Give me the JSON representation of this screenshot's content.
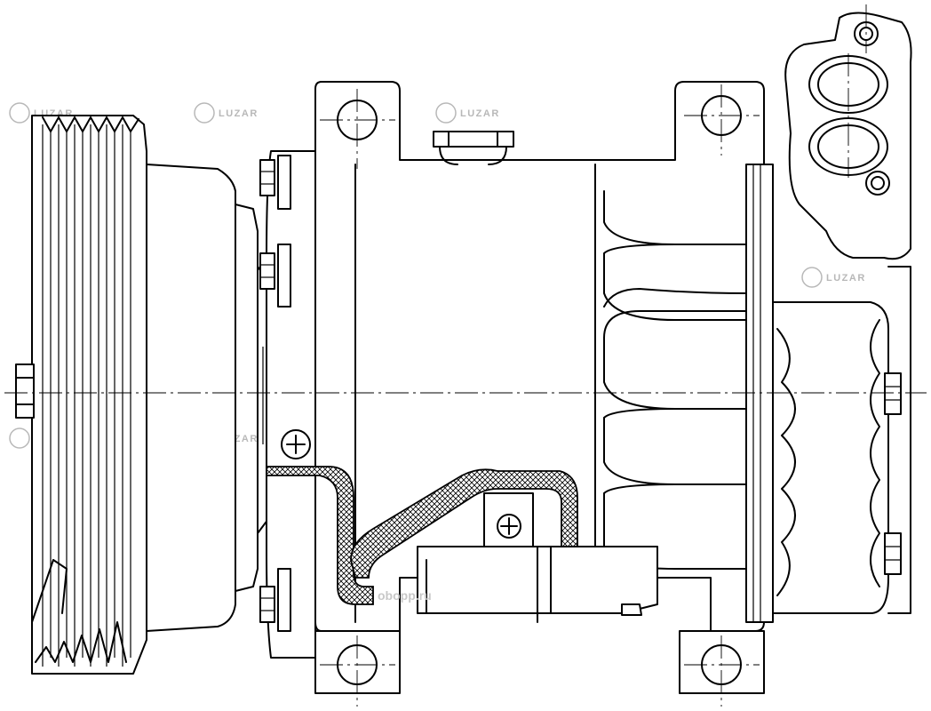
{
  "watermark": {
    "brand": "LUZAR",
    "site": "oboрр.ru",
    "color": "#b8b8b8"
  },
  "drawing": {
    "subject": "ac-compressor-line-drawing",
    "line_color": "#000000",
    "background": "#ffffff"
  }
}
